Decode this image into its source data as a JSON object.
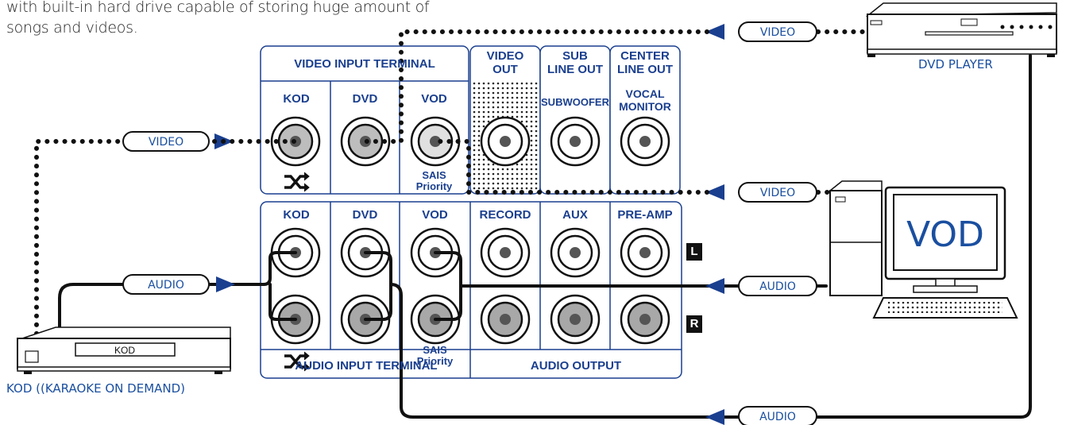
{
  "intro_lines": [
    "with built-in hard drive capable of storing huge amount of",
    "songs and videos."
  ],
  "video_input": {
    "title": "VIDEO INPUT TERMINAL",
    "cols": [
      "KOD",
      "DVD",
      "VOD"
    ],
    "priority_line1": "SAIS",
    "priority_line2": "Priority"
  },
  "video_out": {
    "line1": "VIDEO",
    "line2": "OUT"
  },
  "sub_out": {
    "line1": "SUB",
    "line2": "LINE OUT",
    "sub": "SUBWOOFER"
  },
  "center_out": {
    "line1": "CENTER",
    "line2": "LINE OUT",
    "sub1": "VOCAL",
    "sub2": "MONITOR"
  },
  "audio_input": {
    "title": "AUDIO INPUT TERMINAL",
    "cols": [
      "KOD",
      "DVD",
      "VOD"
    ],
    "priority_line1": "SAIS",
    "priority_line2": "Priority"
  },
  "audio_output": {
    "title": "AUDIO OUTPUT",
    "cols": [
      "RECORD",
      "AUX",
      "PRE-AMP"
    ]
  },
  "channels": {
    "left": "L",
    "right": "R"
  },
  "pills": {
    "video_dvd": "VIDEO",
    "video_kod": "VIDEO",
    "video_vod": "VIDEO",
    "audio_kod": "AUDIO",
    "audio_vod": "AUDIO",
    "audio_dvd": "AUDIO"
  },
  "devices": {
    "dvd_caption": "DVD PLAYER",
    "kod_caption": "KOD ((KARAOKE ON DEMAND)",
    "kod_display": "KOD",
    "vod_screen": "VOD"
  },
  "colors": {
    "accent": "#1a3f8f",
    "arrow": "#1a3f8f",
    "panel_border": "#1a3f8f"
  }
}
